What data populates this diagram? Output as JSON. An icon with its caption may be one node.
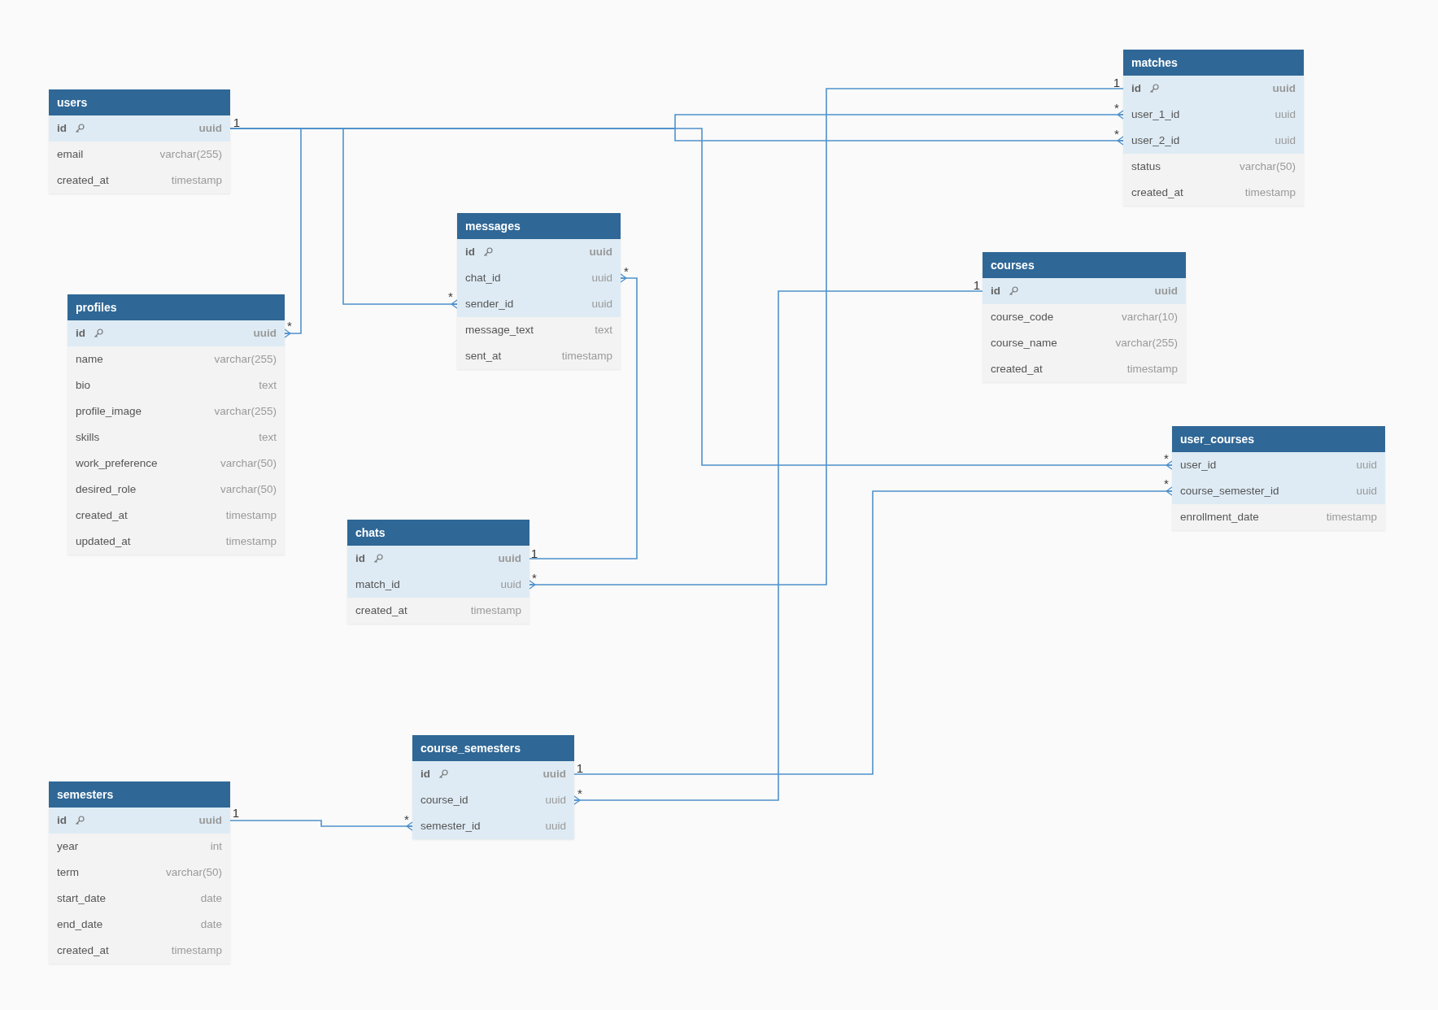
{
  "diagram": {
    "nodes": [
      {
        "text": [
          "users"
        ]
      },
      {
        "text": [
          "id",
          "uuid"
        ],
        "in": 0
      },
      {
        "text": [
          "email",
          "varchar(255)"
        ],
        "in": 0
      },
      {
        "text": [
          "created_at",
          "timestamp"
        ],
        "in": 0
      },
      {
        "text": [
          "profiles"
        ]
      },
      {
        "text": [
          "id",
          "uuid"
        ],
        "in": 4
      },
      {
        "text": [
          "name",
          "varchar(255)"
        ],
        "in": 4
      },
      {
        "text": [
          "bio",
          "text"
        ],
        "in": 4
      },
      {
        "text": [
          "profile_image",
          "varchar(255)"
        ],
        "in": 4
      },
      {
        "text": [
          "skills",
          "text"
        ],
        "in": 4
      },
      {
        "text": [
          "work_preference",
          "varchar(50)"
        ],
        "in": 4
      },
      {
        "text": [
          "desired_role",
          "varchar(50)"
        ],
        "in": 4
      },
      {
        "text": [
          "created_at",
          "timestamp"
        ],
        "in": 4
      },
      {
        "text": [
          "updated_at",
          "timestamp"
        ],
        "in": 4
      },
      {
        "text": [
          "messages"
        ]
      },
      {
        "text": [
          "id",
          "uuid"
        ],
        "in": 14
      },
      {
        "text": [
          "chat_id",
          "uuid"
        ],
        "in": 14
      },
      {
        "text": [
          "sender_id",
          "uuid"
        ],
        "in": 14
      },
      {
        "text": [
          "message_text",
          "text"
        ],
        "in": 14
      },
      {
        "text": [
          "sent_at",
          "timestamp"
        ],
        "in": 14
      },
      {
        "text": [
          "matches"
        ]
      },
      {
        "text": [
          "id",
          "uuid"
        ],
        "in": 20
      },
      {
        "text": [
          "user_1_id",
          "uuid"
        ],
        "in": 20
      },
      {
        "text": [
          "user_2_id",
          "uuid"
        ],
        "in": 20
      },
      {
        "text": [
          "status",
          "varchar(50)"
        ],
        "in": 20
      },
      {
        "text": [
          "created_at",
          "timestamp"
        ],
        "in": 20
      },
      {
        "text": [
          "courses"
        ]
      },
      {
        "text": [
          "id",
          "uuid"
        ],
        "in": 26
      },
      {
        "text": [
          "course_code",
          "varchar(10)"
        ],
        "in": 26
      },
      {
        "text": [
          "course_name",
          "varchar(255)"
        ],
        "in": 26
      },
      {
        "text": [
          "created_at",
          "timestamp"
        ],
        "in": 26
      },
      {
        "text": [
          "user_courses"
        ]
      },
      {
        "text": [
          "user_id",
          "uuid"
        ],
        "in": 31
      },
      {
        "text": [
          "course_semester_id",
          "uuid"
        ],
        "in": 31
      },
      {
        "text": [
          "enrollment_date",
          "timestamp"
        ],
        "in": 31
      },
      {
        "text": [
          "chats"
        ]
      },
      {
        "text": [
          "id",
          "uuid"
        ],
        "in": 35
      },
      {
        "text": [
          "match_id",
          "uuid"
        ],
        "in": 35
      },
      {
        "text": [
          "created_at",
          "timestamp"
        ],
        "in": 35
      },
      {
        "text": [
          "course_semesters"
        ]
      },
      {
        "text": [
          "id",
          "uuid"
        ],
        "in": 39
      },
      {
        "text": [
          "course_id",
          "uuid"
        ],
        "in": 39
      },
      {
        "text": [
          "semester_id",
          "uuid"
        ],
        "in": 39
      },
      {
        "text": [
          "semesters"
        ]
      },
      {
        "text": [
          "id",
          "uuid"
        ],
        "in": 43
      },
      {
        "text": [
          "year",
          "int"
        ],
        "in": 43
      },
      {
        "text": [
          "term",
          "varchar(50)"
        ],
        "in": 43
      },
      {
        "text": [
          "start_date",
          "date"
        ],
        "in": 43
      },
      {
        "text": [
          "end_date",
          "date"
        ],
        "in": 43
      },
      {
        "text": [
          "created_at",
          "timestamp"
        ],
        "in": 43
      }
    ],
    "edges": [
      {
        "from": 1,
        "to": 5,
        "arrow": "other"
      },
      {
        "from": 1,
        "to": 17,
        "arrow": "other"
      },
      {
        "from": 1,
        "to": 22,
        "arrow": "other"
      },
      {
        "from": 1,
        "to": 23,
        "arrow": "other"
      },
      {
        "from": 1,
        "to": 32,
        "arrow": "other"
      },
      {
        "from": 21,
        "to": 37,
        "arrow": "other"
      },
      {
        "from": 36,
        "to": 16,
        "arrow": "other"
      },
      {
        "from": 27,
        "to": 41,
        "arrow": "other"
      },
      {
        "from": 40,
        "to": 33,
        "arrow": "other"
      },
      {
        "from": 44,
        "to": 42,
        "arrow": "other"
      }
    ],
    "labels": [
      "1",
      "1",
      "*",
      "*",
      "*",
      "*",
      "1",
      "*",
      "*",
      "*",
      "1",
      "*",
      "1",
      "*",
      "1",
      "*"
    ]
  }
}
